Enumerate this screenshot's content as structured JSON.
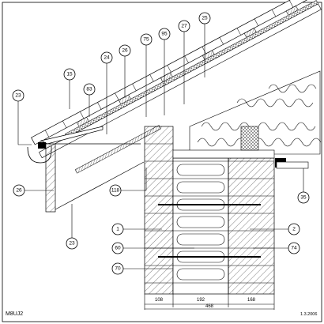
{
  "drawing": {
    "code": "M8UJ2",
    "date": "1.3.2006"
  },
  "callouts": [
    {
      "id": "c15",
      "label": "15"
    },
    {
      "id": "c83",
      "label": "83"
    },
    {
      "id": "c24",
      "label": "24"
    },
    {
      "id": "c26a",
      "label": "26"
    },
    {
      "id": "c75",
      "label": "75"
    },
    {
      "id": "c95",
      "label": "95"
    },
    {
      "id": "c27",
      "label": "27"
    },
    {
      "id": "c25",
      "label": "25"
    },
    {
      "id": "c23a",
      "label": "23"
    },
    {
      "id": "c26b",
      "label": "26"
    },
    {
      "id": "c118",
      "label": "118"
    },
    {
      "id": "c35",
      "label": "35"
    },
    {
      "id": "c23b",
      "label": "23"
    },
    {
      "id": "c1",
      "label": "1"
    },
    {
      "id": "c2",
      "label": "2"
    },
    {
      "id": "c60",
      "label": "60"
    },
    {
      "id": "c74",
      "label": "74"
    },
    {
      "id": "c70",
      "label": "70"
    }
  ],
  "dimensions": {
    "segments": [
      "108",
      "192",
      "168"
    ],
    "total": "468"
  }
}
